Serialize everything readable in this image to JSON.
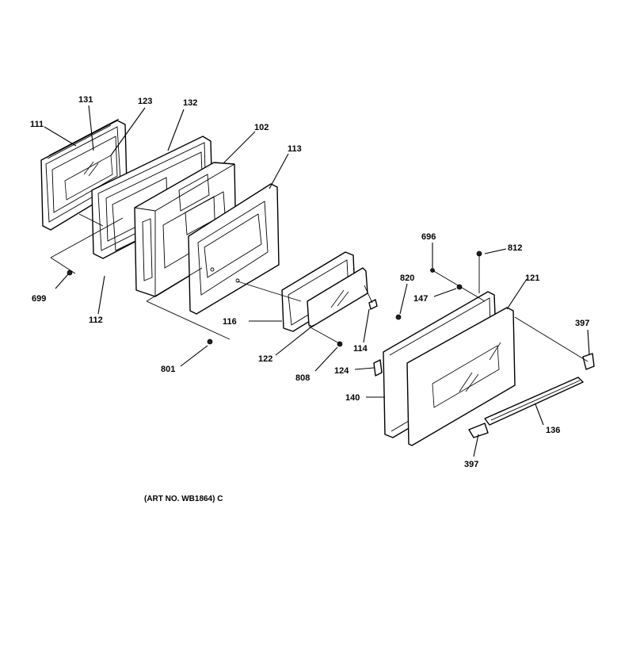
{
  "diagram": {
    "caption": "(ART NO. WB1864) C",
    "labels": {
      "p111": "111",
      "p131": "131",
      "p123": "123",
      "p132": "132",
      "p102": "102",
      "p113": "113",
      "p699": "699",
      "p112": "112",
      "p116": "116",
      "p801": "801",
      "p696": "696",
      "p812": "812",
      "p820": "820",
      "p121": "121",
      "p147": "147",
      "p397a": "397",
      "p122": "122",
      "p114": "114",
      "p808": "808",
      "p124": "124",
      "p140": "140",
      "p136": "136",
      "p397b": "397"
    }
  }
}
